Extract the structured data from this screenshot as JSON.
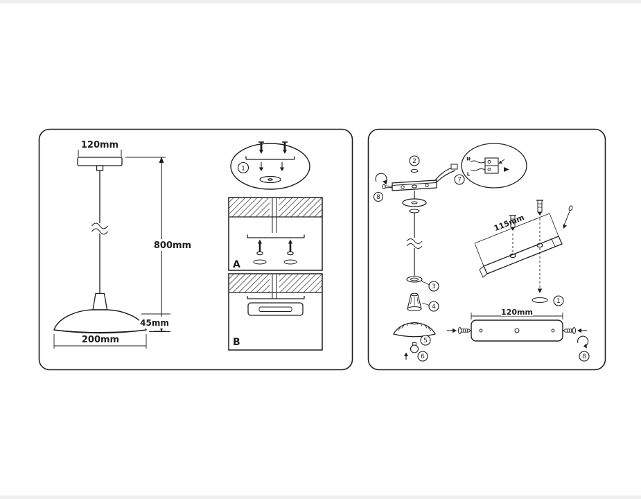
{
  "theme": {
    "background": "#ffffff",
    "ink": "#1d1d1d",
    "edge_strip": "#efefef"
  },
  "left_panel": {
    "labels": {
      "canopy_width": "120mm",
      "drop_height": "800mm",
      "shade_height": "45mm",
      "shade_width": "200mm",
      "step_badge": "1",
      "detail_a": "A",
      "detail_b": "B"
    }
  },
  "right_panel": {
    "badges": {
      "b1": "1",
      "b2": "2",
      "b3": "3",
      "b4": "4",
      "b5": "5",
      "b6": "6",
      "b7": "7",
      "b8": "8"
    },
    "labels": {
      "bracket_length": "115mm",
      "plate_width": "120mm",
      "neutral": "N",
      "live": "L"
    }
  }
}
